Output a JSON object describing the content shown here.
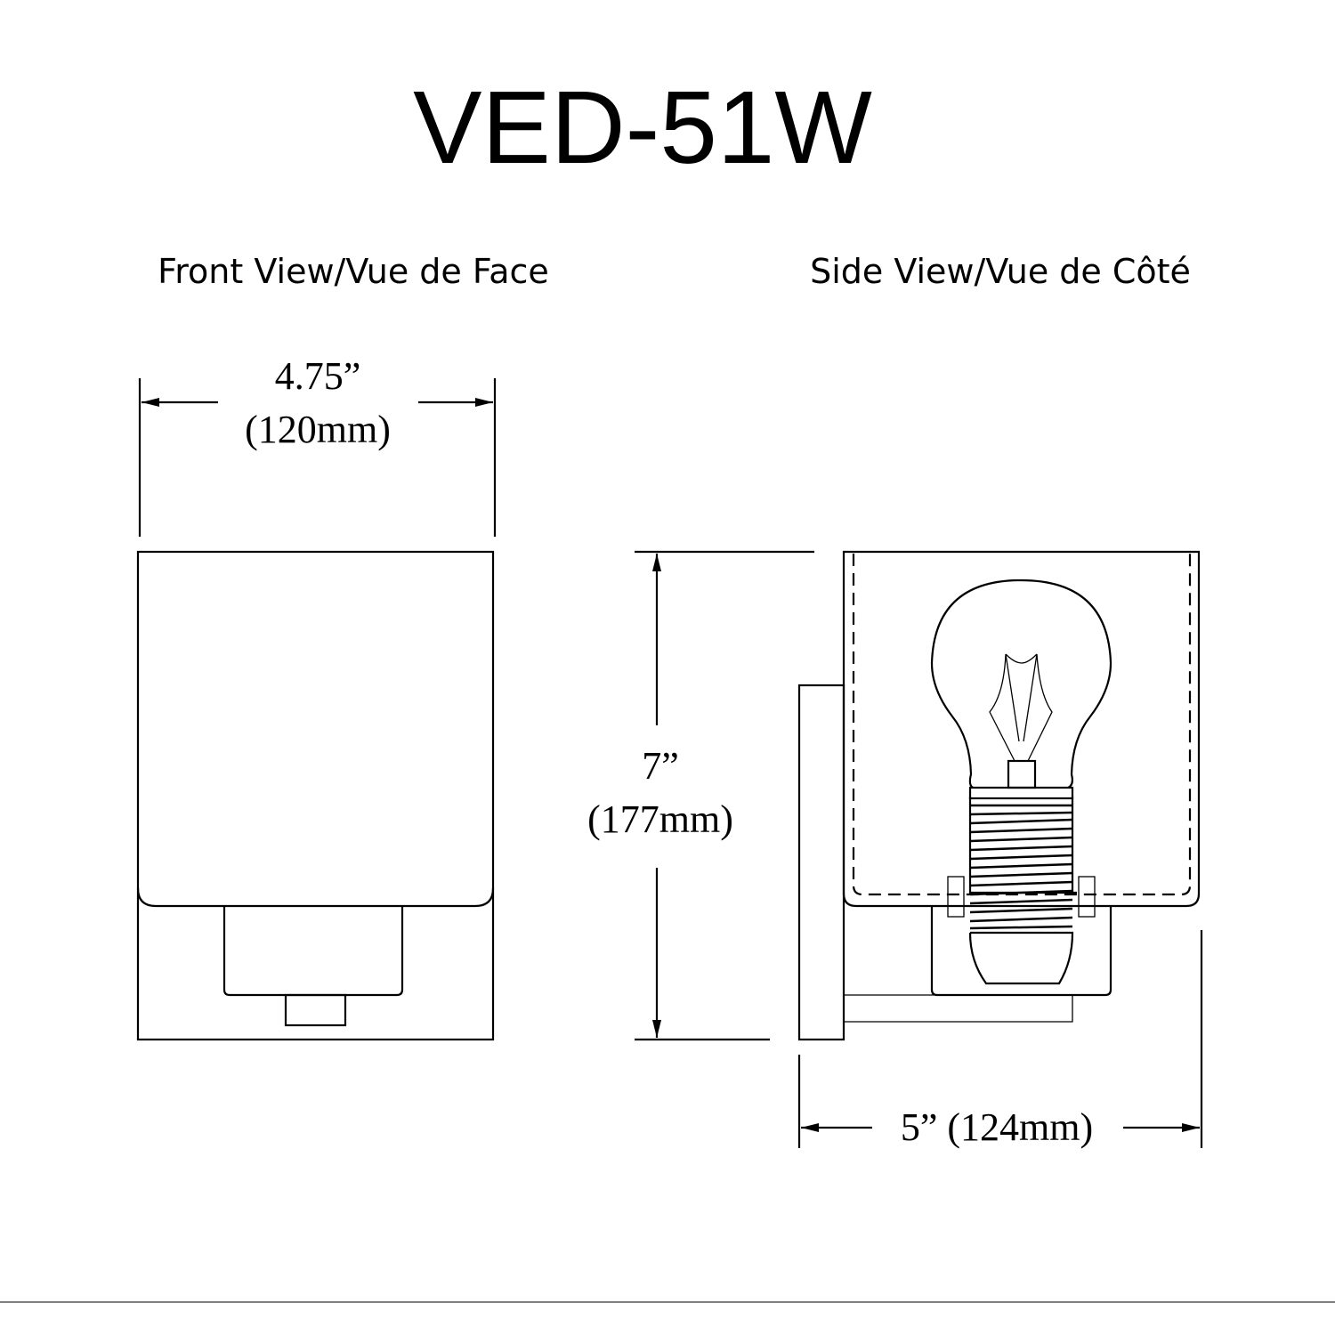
{
  "title": "VED-51W",
  "front_view": {
    "label": "Front View/Vue de Face",
    "width_dimension": {
      "imperial": "4.75”",
      "metric": "(120mm)"
    }
  },
  "side_view": {
    "label": "Side View/Vue de Côté",
    "height_dimension": {
      "imperial": "7”",
      "metric": "(177mm)"
    },
    "depth_dimension": "5” (124mm)"
  }
}
